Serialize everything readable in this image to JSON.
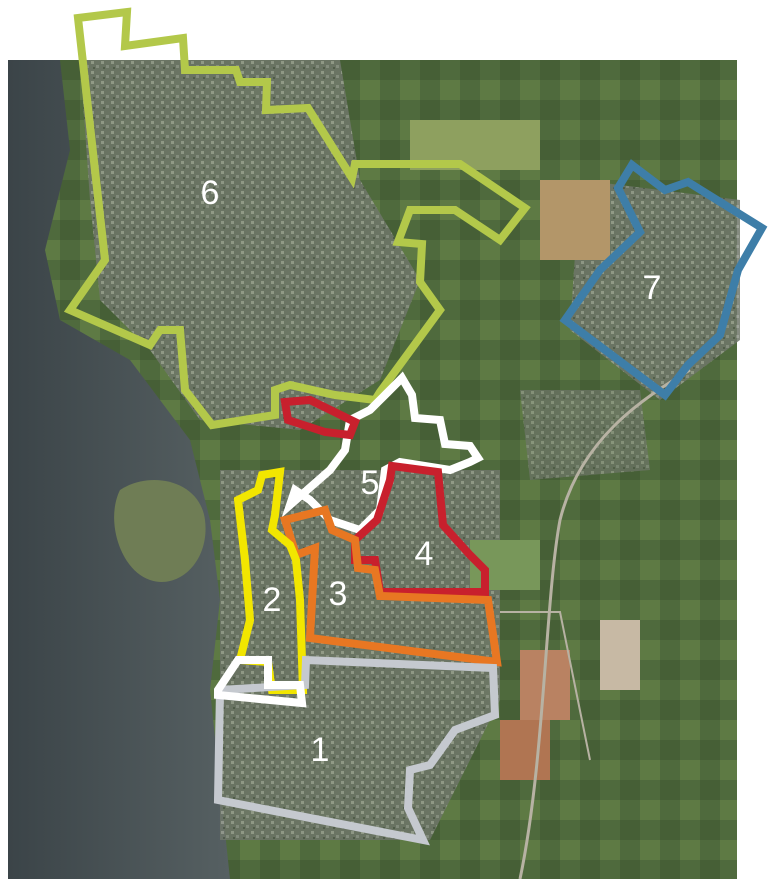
{
  "map": {
    "zones": [
      {
        "id": "1",
        "label": "1",
        "color": "#c5c9cf"
      },
      {
        "id": "2",
        "label": "2",
        "color": "#f2e600"
      },
      {
        "id": "3",
        "label": "3",
        "color": "#e87722"
      },
      {
        "id": "4",
        "label": "4",
        "color": "#c8202d"
      },
      {
        "id": "5",
        "label": "5",
        "color": "#ffffff"
      },
      {
        "id": "6",
        "label": "6",
        "color": "#b3c84a"
      },
      {
        "id": "7",
        "label": "7",
        "color": "#3e7ea8"
      }
    ],
    "extra_outlines": [
      {
        "id": "red-small",
        "color": "#c8202d"
      },
      {
        "id": "white-small",
        "color": "#ffffff"
      }
    ]
  }
}
